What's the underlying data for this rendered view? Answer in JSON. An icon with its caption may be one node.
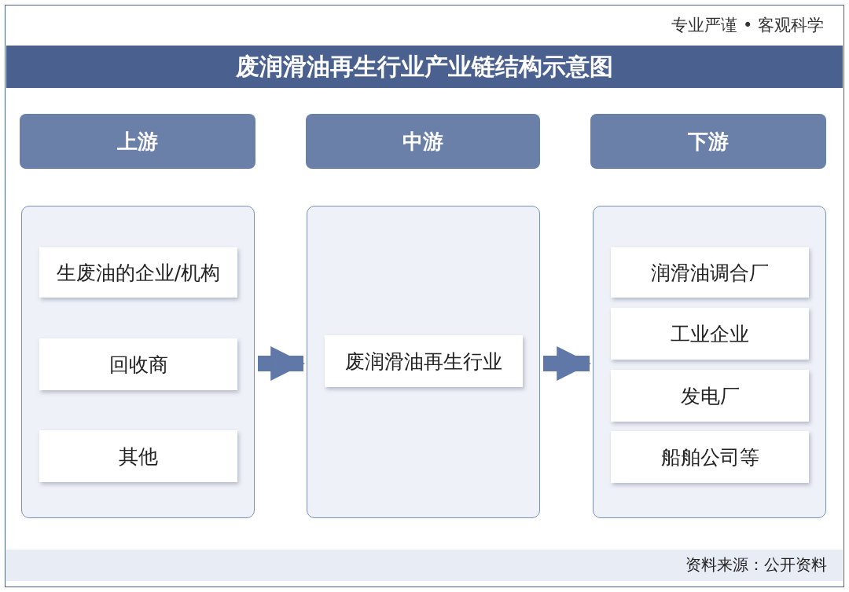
{
  "diagram": {
    "title": "废润滑油再生行业产业链结构示意图",
    "nodes": [
      {
        "text": [
          "上游"
        ]
      },
      {
        "text": [
          "中游"
        ]
      },
      {
        "text": [
          "下游"
        ]
      },
      {
        "text": [],
        "shape": "box"
      },
      {
        "text": [
          "生废油的企业/机构"
        ],
        "in": 3
      },
      {
        "text": [
          "回收商"
        ],
        "in": 3
      },
      {
        "text": [
          "其他"
        ],
        "in": 3
      },
      {
        "text": [],
        "shape": "box"
      },
      {
        "text": [
          "废润滑油再生行业"
        ],
        "in": 7
      },
      {
        "text": [],
        "shape": "box"
      },
      {
        "text": [
          "润滑油调合厂"
        ],
        "in": 9
      },
      {
        "text": [
          "工业企业"
        ],
        "in": 9
      },
      {
        "text": [
          "发电厂"
        ],
        "in": 9
      },
      {
        "text": [
          "船舶公司等"
        ],
        "in": 9
      }
    ],
    "edges": [
      {
        "from": 3,
        "to": 7,
        "arrow": "to"
      },
      {
        "from": 7,
        "to": 9,
        "arrow": "to"
      }
    ],
    "labels": [
      "专业严谨 • 客观科学",
      "资料来源：公开资料"
    ]
  }
}
